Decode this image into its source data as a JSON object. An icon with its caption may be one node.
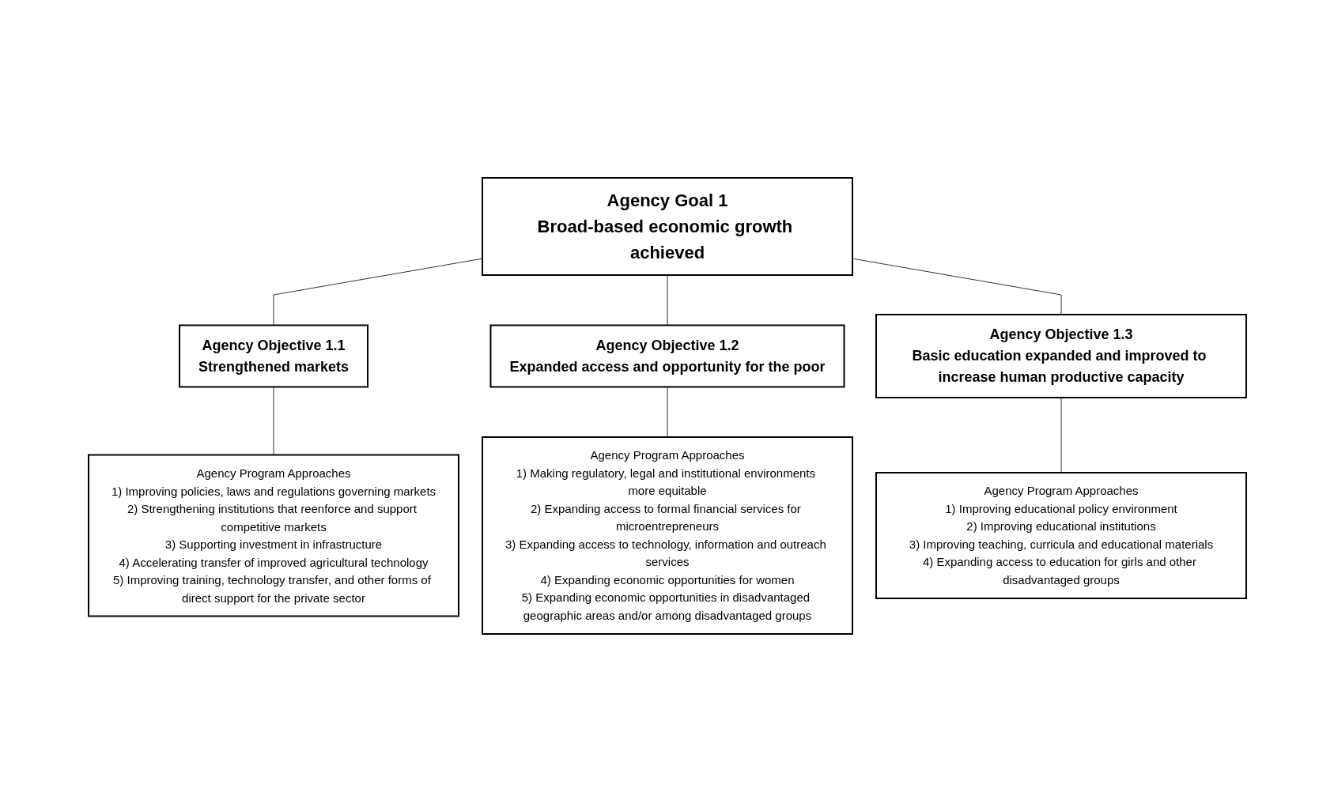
{
  "diagram": {
    "nodes": [
      {
        "text": [
          "Agency Goal 1",
          "Broad-based economic growth achieved"
        ]
      },
      {
        "text": [
          "Agency Objective 1.1",
          "Strengthened markets"
        ]
      },
      {
        "text": [
          "Agency Objective 1.2",
          "Expanded access and opportunity for the poor"
        ]
      },
      {
        "text": [
          "Agency Objective 1.3",
          "Basic education expanded and improved to increase human productive capacity"
        ]
      },
      {
        "text": [
          "Agency Program Approaches",
          "1) Improving policies, laws and regulations governing markets",
          "2) Strengthening institutions that reenforce and support competitive markets",
          "3) Supporting investment in infrastructure",
          "4) Accelerating transfer of improved agricultural technology",
          "5) Improving training, technology transfer, and other forms of direct support for the private sector"
        ]
      },
      {
        "text": [
          "Agency Program Approaches",
          "1) Making regulatory, legal and institutional environments more equitable",
          "2) Expanding access to formal financial services for microentrepreneurs",
          "3) Expanding access to technology, information and outreach services",
          "4) Expanding economic opportunities for women",
          "5) Expanding economic opportunities in disadvantaged geographic areas and/or among disadvantaged groups"
        ]
      },
      {
        "text": [
          "Agency Program Approaches",
          "1) Improving educational policy environment",
          "2) Improving educational institutions",
          "3) Improving teaching, curricula and educational materials",
          "4) Expanding access to education for girls and other disadvantaged groups"
        ]
      }
    ],
    "edges": [
      {
        "from": 0,
        "to": 1,
        "arrow": "none"
      },
      {
        "from": 0,
        "to": 2,
        "arrow": "none"
      },
      {
        "from": 0,
        "to": 3,
        "arrow": "none"
      },
      {
        "from": 1,
        "to": 4,
        "arrow": "none"
      },
      {
        "from": 2,
        "to": 5,
        "arrow": "none"
      },
      {
        "from": 3,
        "to": 6,
        "arrow": "none"
      }
    ]
  }
}
